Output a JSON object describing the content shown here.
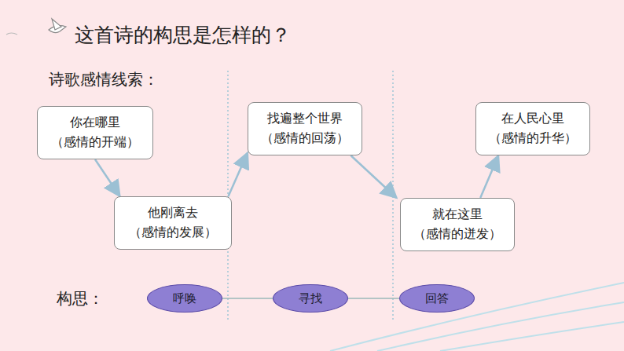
{
  "diagram": {
    "title": "这首诗的构思是怎样的？",
    "nodes": [
      {
        "text": [
          "你在哪里",
          "（感情的开端）"
        ]
      },
      {
        "text": [
          "他刚离去",
          "（感情的发展）"
        ]
      },
      {
        "text": [
          "找遍整个世界",
          "（感情的回荡）"
        ]
      },
      {
        "text": [
          "就在这里",
          "（感情的迸发）"
        ]
      },
      {
        "text": [
          "在人民心里",
          "（感情的升华）"
        ]
      },
      {
        "text": [
          "呼唤"
        ]
      },
      {
        "text": [
          "寻找"
        ]
      },
      {
        "text": [
          "回答"
        ]
      }
    ],
    "edges": [
      {
        "from": 0,
        "to": 1,
        "arrow": "to"
      },
      {
        "from": 1,
        "to": 2,
        "arrow": "to"
      },
      {
        "from": 2,
        "to": 3,
        "arrow": "to"
      },
      {
        "from": 3,
        "to": 4,
        "arrow": "to"
      },
      {
        "from": 5,
        "to": 6,
        "arrow": "none"
      },
      {
        "from": 6,
        "to": 7,
        "arrow": "none"
      }
    ],
    "labels": [
      "诗歌感情线索：",
      "构思："
    ]
  }
}
